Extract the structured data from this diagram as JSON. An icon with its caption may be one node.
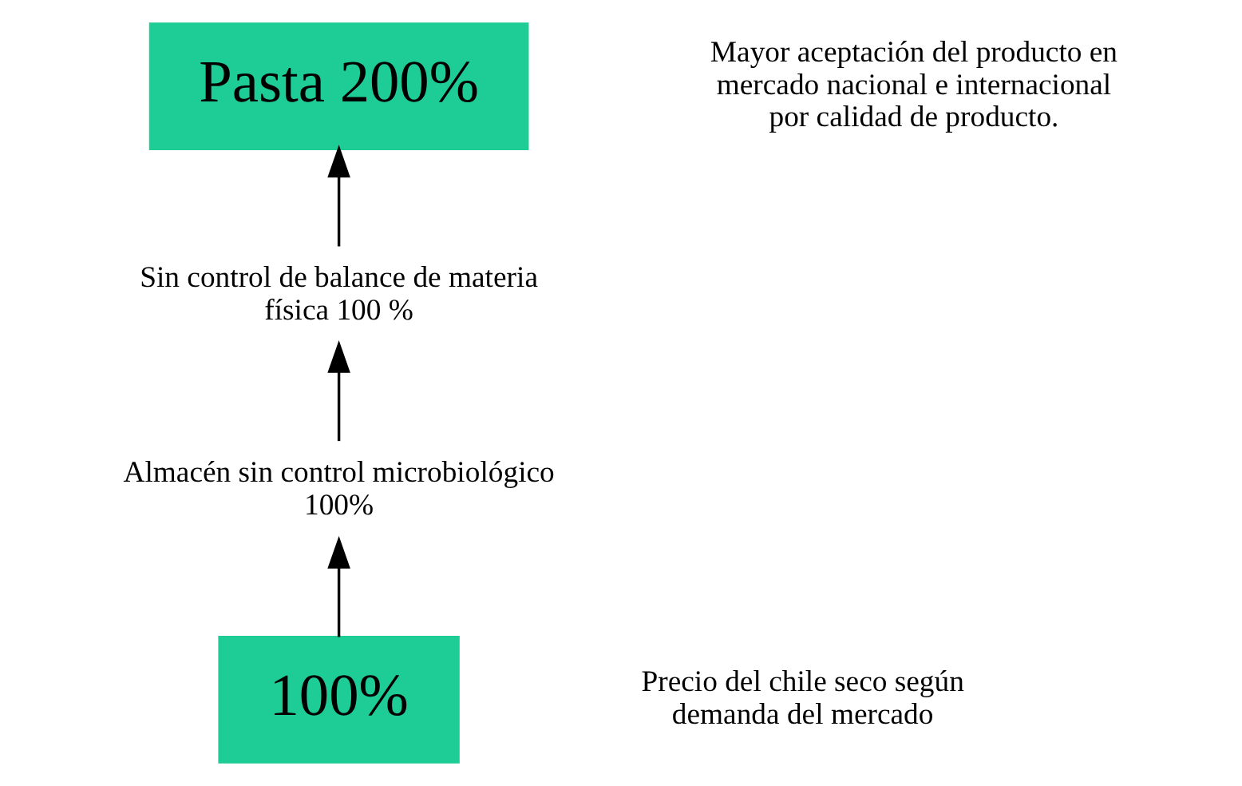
{
  "diagram": {
    "nodes": [
      {
        "text": [
          "100%"
        ]
      },
      {
        "text": [
          "Almacén sin control microbiológico 100%"
        ]
      },
      {
        "text": [
          "Sin control de balance de materia física 100 %"
        ]
      },
      {
        "text": [
          "Pasta 200%"
        ]
      }
    ],
    "edges": [
      {
        "from": 0,
        "to": 1,
        "arrow": "to"
      },
      {
        "from": 1,
        "to": 2,
        "arrow": "to"
      },
      {
        "from": 2,
        "to": 3,
        "arrow": "to"
      }
    ],
    "labels": [
      "Mayor aceptación del producto en mercado nacional e internacional por calidad de producto.",
      "Precio del chile seco según demanda del mercado"
    ]
  }
}
